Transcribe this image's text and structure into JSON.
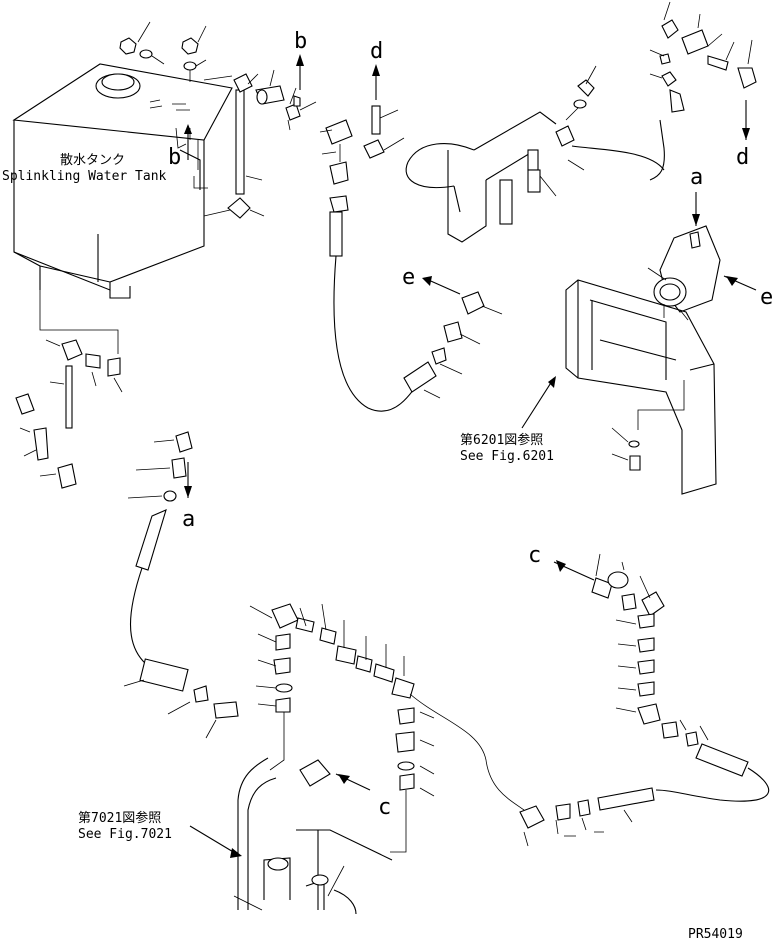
{
  "diagram": {
    "tank_label_jp": "散水タンク",
    "tank_label_en": "Splinkling Water Tank",
    "ref_6201_jp": "第6201図参照",
    "ref_6201_en": "See Fig.6201",
    "ref_7021_jp": "第7021図参照",
    "ref_7021_en": "See Fig.7021",
    "connectors": {
      "a": "a",
      "b": "b",
      "c": "c",
      "d": "d",
      "e": "e"
    },
    "drawing_number": "PR54019"
  }
}
